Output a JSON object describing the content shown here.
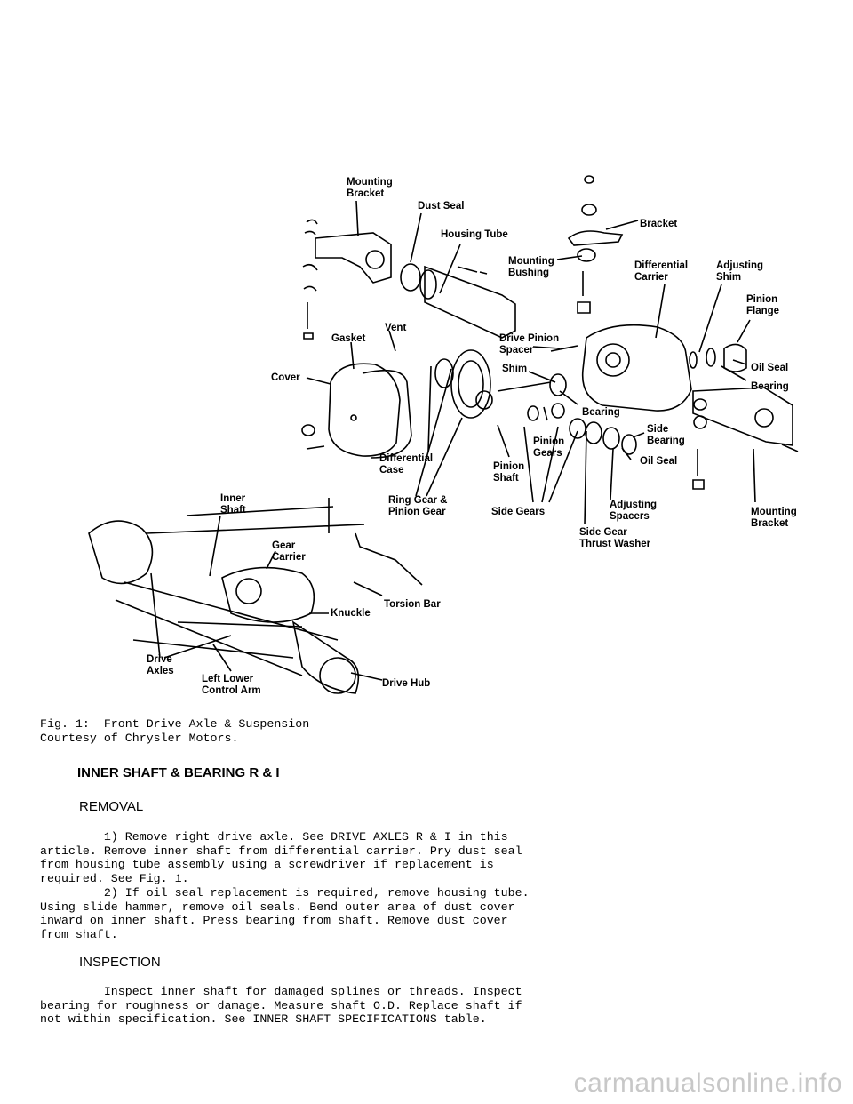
{
  "figure": {
    "labels": {
      "mounting_bracket_top": [
        "Mounting",
        "Bracket"
      ],
      "dust_seal": "Dust Seal",
      "housing_tube": "Housing Tube",
      "mounting_bushing": [
        "Mounting",
        "Bushing"
      ],
      "bracket": "Bracket",
      "differential_carrier": [
        "Differential",
        "Carrier"
      ],
      "adjusting_shim": [
        "Adjusting",
        "Shim"
      ],
      "pinion_flange": [
        "Pinion",
        "Flange"
      ],
      "gasket": "Gasket",
      "vent": "Vent",
      "drive_pinion_spacer": [
        "Drive Pinion",
        "Spacer"
      ],
      "shim": "Shim",
      "oil_seal_right": "Oil Seal",
      "bearing_right": "Bearing",
      "cover": "Cover",
      "bearing_mid": "Bearing",
      "side_bearing": [
        "Side",
        "Bearing"
      ],
      "pinion_gears": [
        "Pinion",
        "Gears"
      ],
      "differential_case": [
        "Differential",
        "Case"
      ],
      "pinion_shaft": [
        "Pinion",
        "Shaft"
      ],
      "oil_seal_mid": "Oil Seal",
      "adjusting_spacers": [
        "Adjusting",
        "Spacers"
      ],
      "ring_gear": [
        "Ring Gear &",
        "Pinion Gear"
      ],
      "side_gears": "Side Gears",
      "mounting_bracket_bottom": [
        "Mounting",
        "Bracket"
      ],
      "side_gear_thrust_washer": [
        "Side Gear",
        "Thrust Washer"
      ],
      "inner_shaft": [
        "Inner",
        "Shaft"
      ],
      "gear_carrier": [
        "Gear",
        "Carrier"
      ],
      "torsion_bar": "Torsion Bar",
      "knuckle": "Knuckle",
      "drive_axles": [
        "Drive",
        "Axles"
      ],
      "left_lower_control_arm": [
        "Left Lower",
        "Control Arm"
      ],
      "drive_hub": "Drive Hub"
    }
  },
  "caption": {
    "line1": "Fig. 1:  Front Drive Axle & Suspension",
    "line2": "Courtesy of Chrysler Motors."
  },
  "section": {
    "title": "INNER SHAFT & BEARING R & I",
    "removal": {
      "heading": "REMOVAL",
      "text": "         1) Remove right drive axle. See DRIVE AXLES R & I in this\narticle. Remove inner shaft from differential carrier. Pry dust seal\nfrom housing tube assembly using a screwdriver if replacement is\nrequired. See Fig. 1.\n         2) If oil seal replacement is required, remove housing tube.\nUsing slide hammer, remove oil seals. Bend outer area of dust cover\ninward on inner shaft. Press bearing from shaft. Remove dust cover\nfrom shaft."
    },
    "inspection": {
      "heading": "INSPECTION",
      "text": "         Inspect inner shaft for damaged splines or threads. Inspect\nbearing for roughness or damage. Measure shaft O.D. Replace shaft if\nnot within specification. See INNER SHAFT SPECIFICATIONS table."
    }
  },
  "watermark": "carmanualsonline.info"
}
